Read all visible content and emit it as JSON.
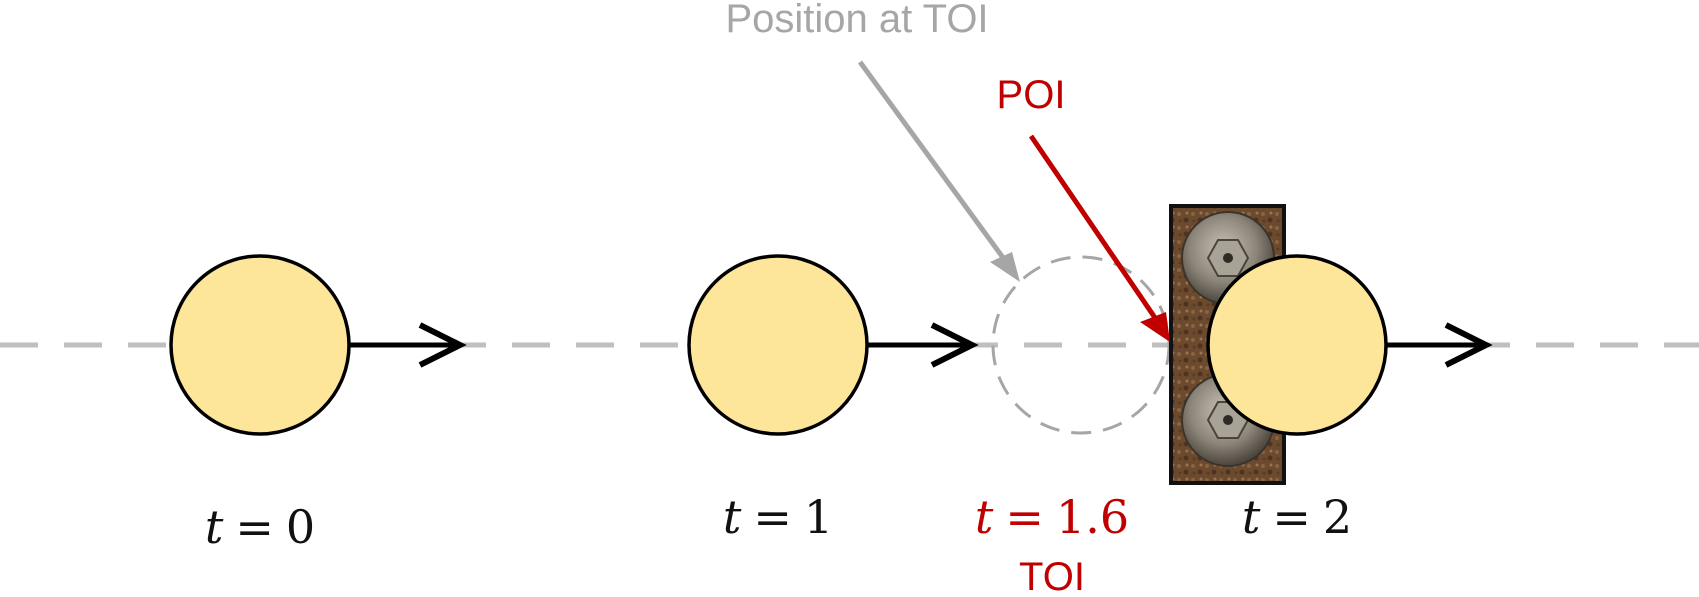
{
  "colors": {
    "ball_fill": "#FDE59A",
    "ball_stroke": "#000000",
    "path_line": "#BFBFBF",
    "ghost": "#A6A6A6",
    "poi_red": "#C00000",
    "arrow": "#000000",
    "wall_border": "#111111"
  },
  "callouts": {
    "position_at_toi": "Position at TOI",
    "poi": "POI",
    "toi": "TOI"
  },
  "time_labels": {
    "t0": {
      "var": "t",
      "op": "=",
      "value": "0"
    },
    "t1": {
      "var": "t",
      "op": "=",
      "value": "1"
    },
    "t_toi": {
      "var": "t",
      "op": "=",
      "value": "1.6"
    },
    "t2": {
      "var": "t",
      "op": "=",
      "value": "2"
    }
  },
  "icons": {
    "wall": "riveted-metal-wall-icon",
    "velocity": "velocity-arrow-icon"
  }
}
